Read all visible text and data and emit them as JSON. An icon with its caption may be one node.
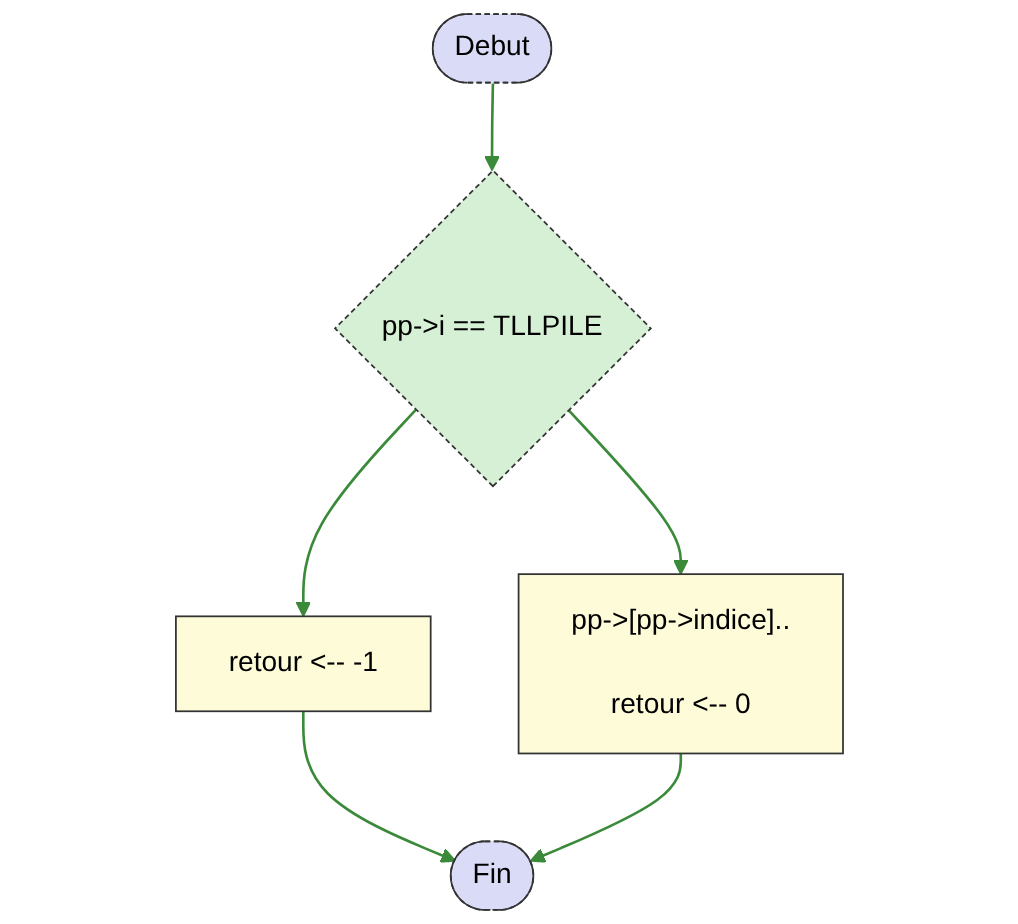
{
  "diagram": {
    "nodes": [
      {
        "text": [
          "Debut"
        ]
      },
      {
        "text": [
          "pp->i == TLLPILE"
        ]
      },
      {
        "text": [
          "retour <-- -1"
        ]
      },
      {
        "text": [
          "pp->[pp->indice]..",
          "retour <-- 0"
        ]
      },
      {
        "text": [
          "Fin"
        ]
      }
    ],
    "edges": [
      {
        "from": 0,
        "to": 1,
        "arrow": "to"
      },
      {
        "from": 1,
        "to": 2,
        "arrow": "to"
      },
      {
        "from": 1,
        "to": 3,
        "arrow": "to"
      },
      {
        "from": 2,
        "to": 4,
        "arrow": "to"
      },
      {
        "from": 3,
        "to": 4,
        "arrow": "to"
      }
    ]
  }
}
